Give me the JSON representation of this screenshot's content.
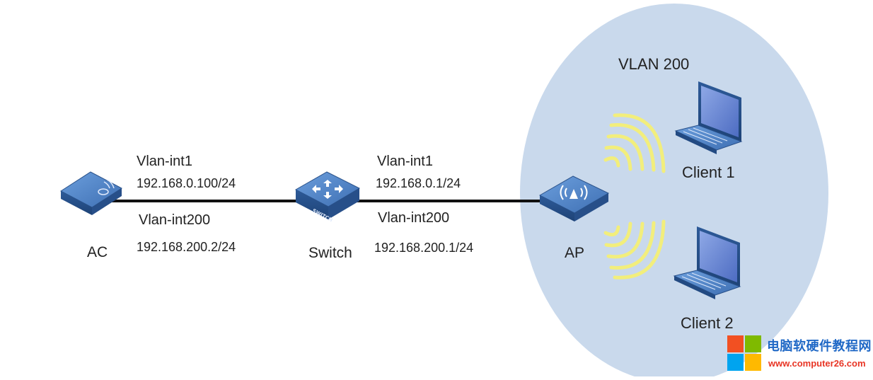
{
  "devices": {
    "ac": {
      "label": "AC"
    },
    "switch": {
      "label": "Switch",
      "badge": "SWITCH"
    },
    "ap": {
      "label": "AP"
    }
  },
  "links": {
    "ac_switch": {
      "top_interface": "Vlan-int1",
      "top_ip": "192.168.0.100/24",
      "bottom_interface": "Vlan-int200",
      "bottom_ip": "192.168.200.2/24"
    },
    "switch_ap": {
      "top_interface": "Vlan-int1",
      "top_ip": "192.168.0.1/24",
      "bottom_interface": "Vlan-int200",
      "bottom_ip": "192.168.200.1/24"
    }
  },
  "wireless_zone": {
    "label": "VLAN 200",
    "clients": [
      {
        "label": "Client 1"
      },
      {
        "label": "Client 2"
      }
    ]
  },
  "watermark": {
    "title": "电脑软硬件教程网",
    "url": "www.computer26.com"
  },
  "colors": {
    "zone_fill": "#c9d9ec",
    "device_blue": "#2f5d9c",
    "device_top": "#4b7fc4",
    "link_line": "#111111",
    "wave_yellow": "#f2ee7c",
    "watermark_red": "#f25022",
    "watermark_green": "#7fba00",
    "watermark_blue": "#00a4ef",
    "watermark_yellow": "#ffb900"
  }
}
